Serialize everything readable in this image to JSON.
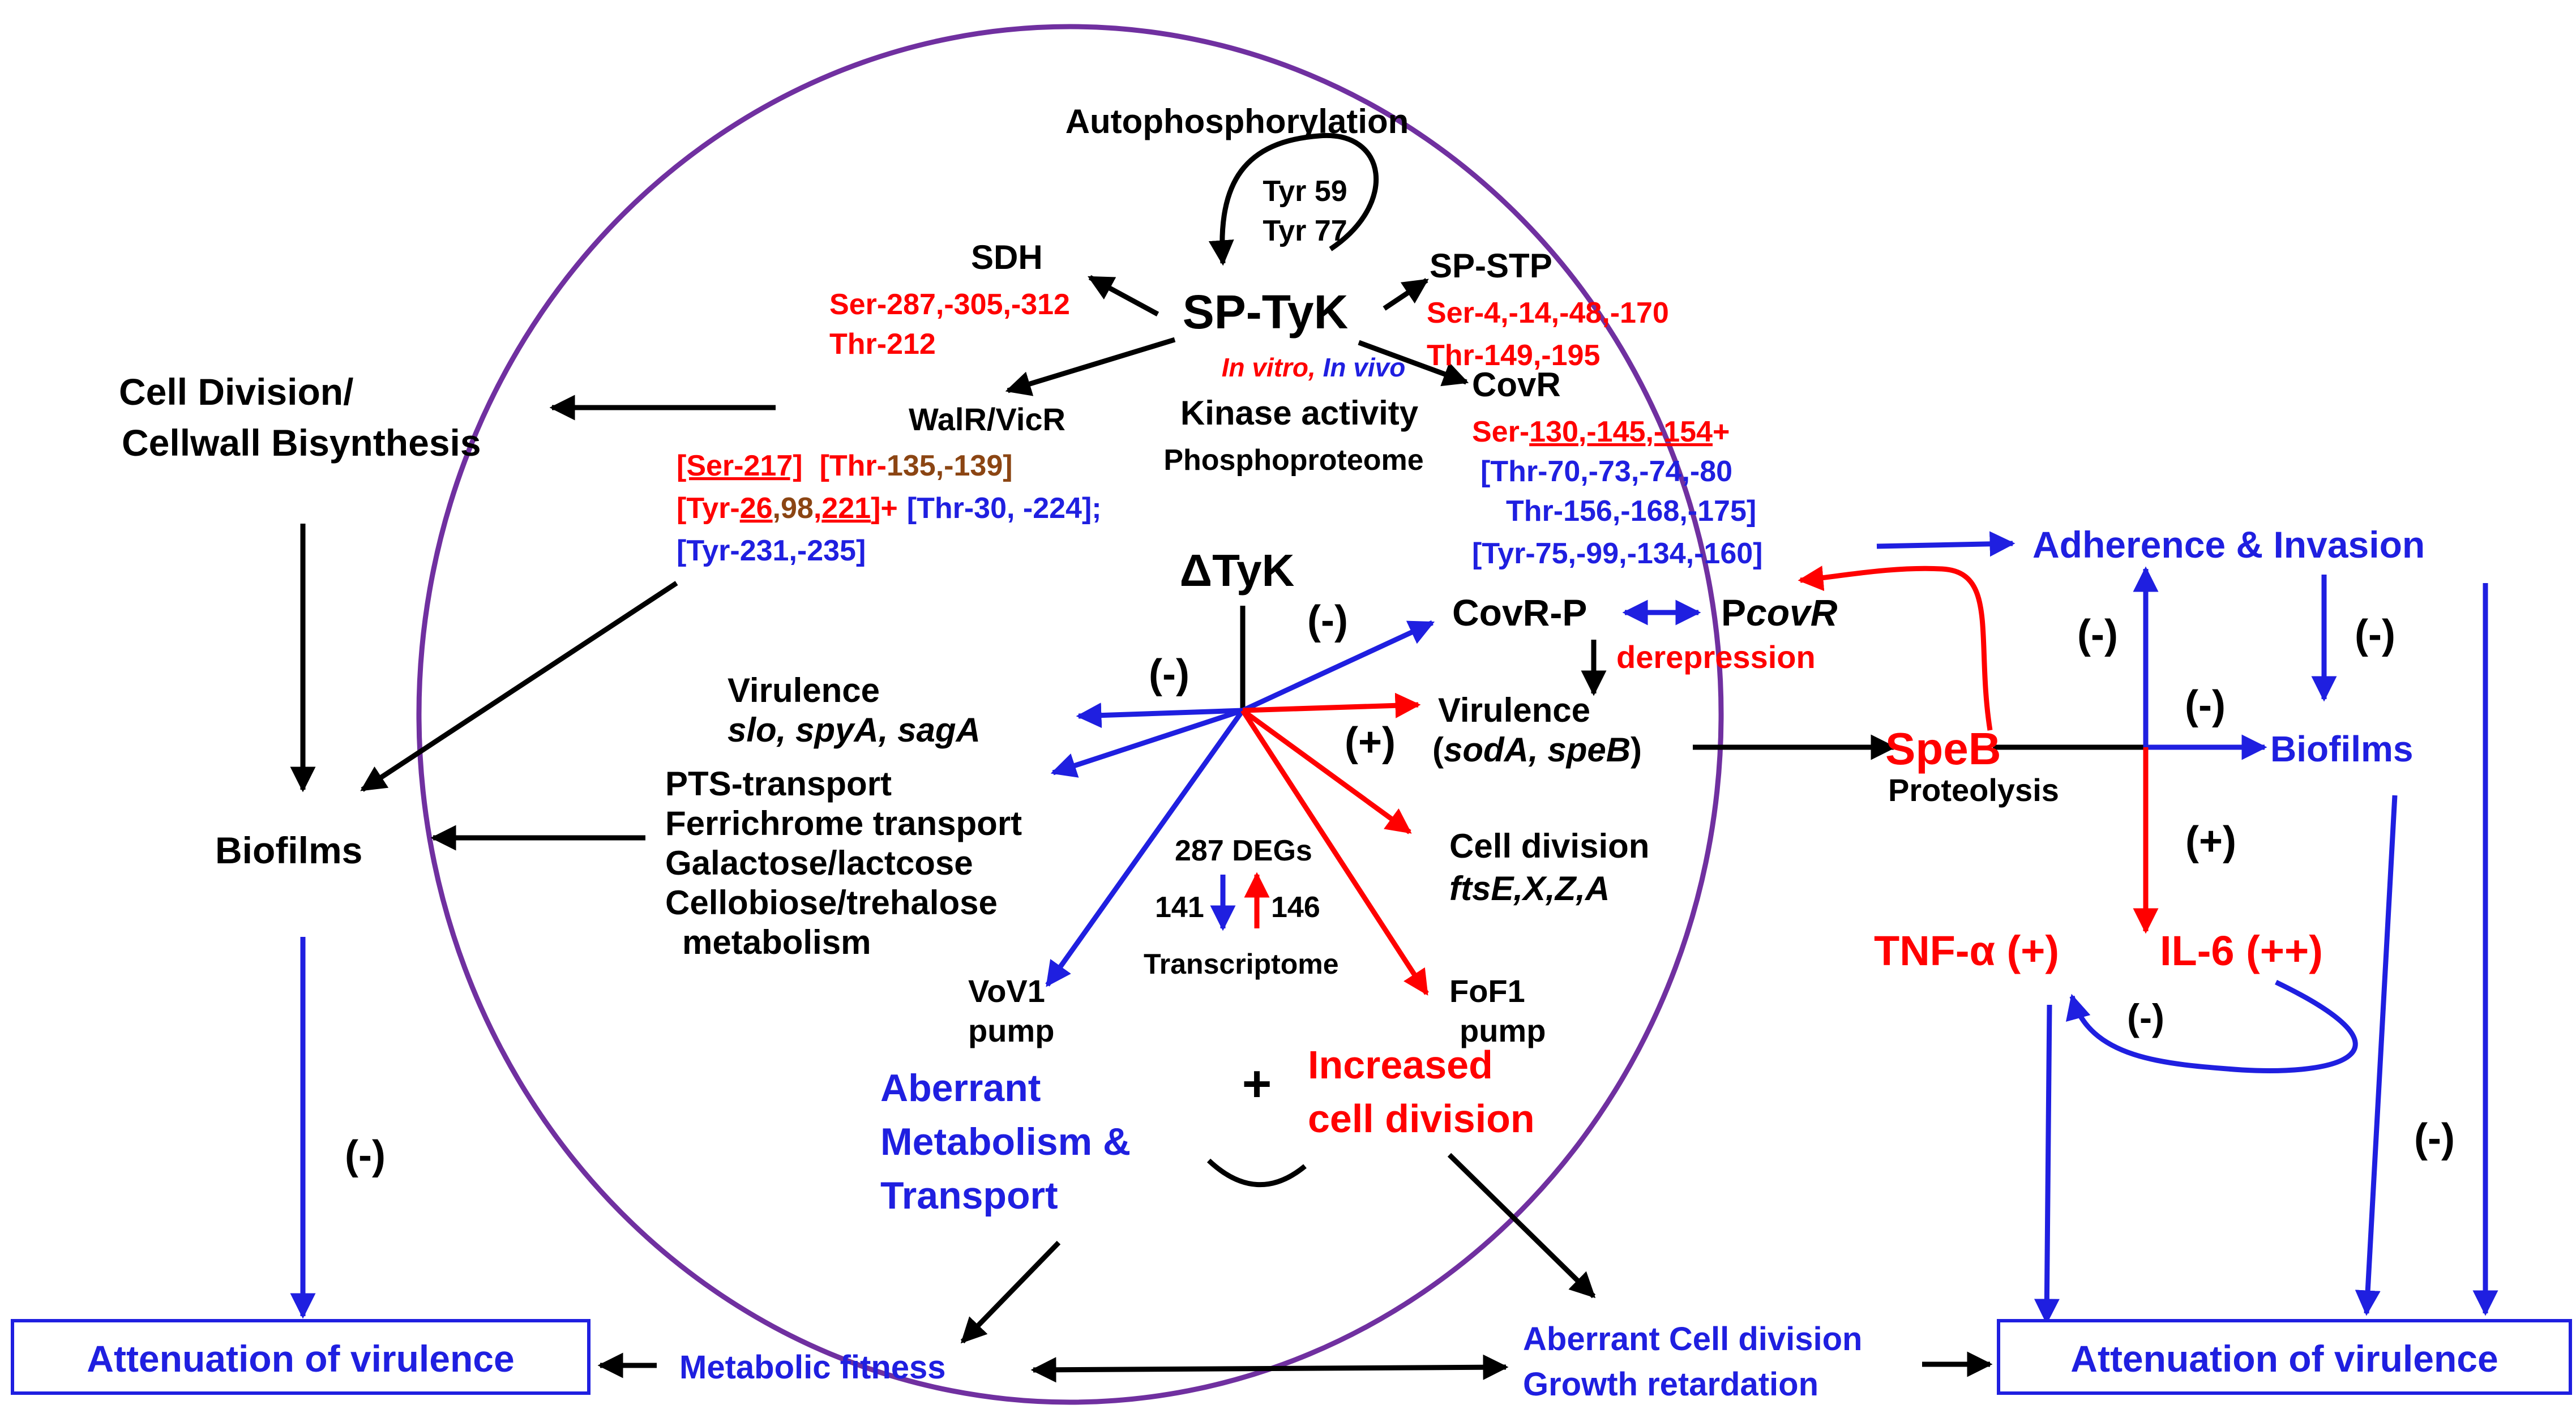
{
  "colors": {
    "black": "#000000",
    "red": "#ff0000",
    "blue": "#1f1fe0",
    "brown": "#8b4513",
    "purple": "#7030a0"
  },
  "top": {
    "autophosphorylation": "Autophosphorylation",
    "tyr59": "Tyr 59",
    "tyr77": "Tyr 77",
    "sptyk": "SP-TyK",
    "in_vitro": "In vitro,",
    "in_vivo": "In vivo",
    "kinase_activity": "Kinase activity",
    "phosphoproteome": "Phosphoproteome"
  },
  "sdh": {
    "label": "SDH",
    "sites1": "Ser-287,-305,-312",
    "sites2": "Thr-212"
  },
  "spstp": {
    "label": "SP-STP",
    "sites1": "Ser-4,-14,-48,-170",
    "sites2": "Thr-149,-195"
  },
  "walr": {
    "label": "WalR/VicR",
    "ser217": "[Ser-217]",
    "thr_open": "[Thr-",
    "thr135": "135",
    "thr139": ",-139]",
    "tyr_open": "[Tyr-",
    "tyr26": "26",
    "tyr_comma": ",",
    "tyr98": "98",
    "tyr221": "221",
    "tyr_close": "]+",
    "thr30": "[Thr-30, -224];",
    "tyr231": "[Tyr-231,-235]"
  },
  "covr": {
    "label": "CovR",
    "ser_open": "Ser-",
    "ser130": "130",
    "ser145": ",-145",
    "ser154": ",-154",
    "ser_plus": "+",
    "thr1": "[Thr-70,-73,-74,-80",
    "thr2": "Thr-156,-168,-175]",
    "tyr": "[Tyr-75,-99,-134,-160]"
  },
  "left": {
    "cell_division1": "Cell Division/",
    "cell_division2": "Cellwall Bisynthesis",
    "biofilms": "Biofilms",
    "neg": "(-)",
    "attenuation": "Attenuation of virulence"
  },
  "center": {
    "dtyk": "ΔTyK",
    "neg1": "(-)",
    "neg2": "(-)",
    "pos": "(+)",
    "covrp": "CovR-P",
    "pcovr_p": "P",
    "pcovr_g": "covR",
    "derepression": "derepression",
    "virulence_left": "Virulence",
    "virulence_genes": "slo, spyA, sagA",
    "pts": "PTS-transport",
    "ferrichrome": "Ferrichrome transport",
    "galactose": "Galactose/lactcose",
    "cellobiose": "Cellobiose/trehalose",
    "metabolism": "metabolism",
    "virulence_right": "Virulence",
    "sod_open": "(",
    "sod_genes": "sodA, speB",
    "sod_close": ")",
    "cell_division": "Cell division",
    "fts": "ftsE,X,Z,A",
    "degs": "287 DEGs",
    "down": "141",
    "up": "146",
    "transcriptome": "Transcriptome",
    "vov1_1": "VoV1",
    "vov1_2": "pump",
    "fof1_1": "FoF1",
    "fof1_2": "pump",
    "aberrant1": "Aberrant",
    "aberrant2": "Metabolism &",
    "aberrant3": "Transport",
    "plus": "+",
    "increased1": "Increased",
    "increased2": "cell division"
  },
  "right": {
    "speb": "SpeB",
    "proteolysis": "Proteolysis",
    "adherence": "Adherence & Invasion",
    "biofilms": "Biofilms",
    "neg_a": "(-)",
    "neg_b": "(-)",
    "neg_c": "(-)",
    "pos": "(+)",
    "tnf": "TNF-α (+)",
    "il6": "IL-6 (++)",
    "neg_d": "(-)",
    "neg_e": "(-)",
    "attenuation": "Attenuation of virulence"
  },
  "bottom": {
    "metabolic_fitness": "Metabolic fitness",
    "aberrant_cd1": "Aberrant Cell division",
    "aberrant_cd2": "Growth retardation"
  }
}
